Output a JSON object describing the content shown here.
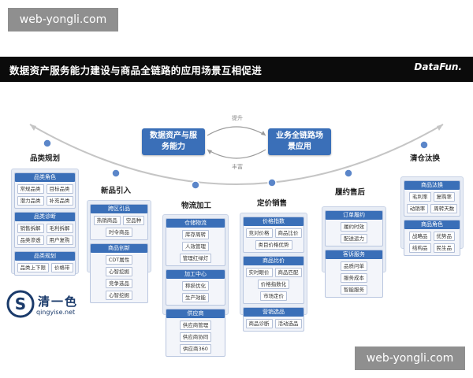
{
  "watermarks": {
    "top": "web-yongli.com",
    "bottom": "web-yongli.com"
  },
  "header": {
    "title": "数据资产服务能力建设与商品全链路的应用场景互相促进",
    "logo": "DataFun."
  },
  "center": {
    "left_box": "数据资产与服务能力",
    "right_box": "业务全链路场景应用",
    "top_arrow_label": "提升",
    "bottom_arrow_label": "丰富"
  },
  "colors": {
    "accent": "#3a6fb8",
    "panel": "#e7ecf5",
    "banner": "#0b0b0b"
  },
  "stages": [
    {
      "name": "品类规划",
      "groups": [
        {
          "title": "品类角色",
          "items": [
            "常规品类",
            "目标品类",
            "潜力品类",
            "补充品类"
          ]
        },
        {
          "title": "品类诊断",
          "items": [
            "销售拆解",
            "毛利拆解",
            "品类渗透",
            "用户复购"
          ]
        },
        {
          "title": "品类规划",
          "items": [
            "品类上下限",
            "价格带"
          ]
        }
      ]
    },
    {
      "name": "新品引入",
      "groups": [
        {
          "title": "跨区引品",
          "items": [
            "热销商品",
            "空品种",
            "时令商品"
          ]
        },
        {
          "title": "商品创新",
          "items": [
            "CDT属性",
            "心智挖掘",
            "竞争选品",
            "心智挖掘"
          ]
        }
      ]
    },
    {
      "name": "物流加工",
      "groups": [
        {
          "title": "仓储物流",
          "items": [
            "库存周转",
            "人效管理",
            "管理红绿灯"
          ]
        },
        {
          "title": "加工中心",
          "items": [
            "称损优化",
            "生产效能"
          ]
        },
        {
          "title": "供应商",
          "items": [
            "供应商管理",
            "供应商协同",
            "供应商360"
          ]
        }
      ]
    },
    {
      "name": "定价销售",
      "groups": [
        {
          "title": "价格指数",
          "items": [
            "竞对价格",
            "商品比价",
            "类目价格优势"
          ]
        },
        {
          "title": "商品比价",
          "items": [
            "实时眼价",
            "商品匹配",
            "价格指数化",
            "市场定价"
          ]
        },
        {
          "title": "营销选品",
          "items": [
            "商品诊断",
            "活动选品"
          ]
        }
      ]
    },
    {
      "name": "履约售后",
      "groups": [
        {
          "title": "订单履约",
          "items": [
            "履约时效",
            "配送运力"
          ]
        },
        {
          "title": "客诉服务",
          "items": [
            "品质问单",
            "服务成本",
            "智能服务"
          ]
        }
      ]
    },
    {
      "name": "清仓汰换",
      "groups": [
        {
          "title": "商品汰换",
          "items": [
            "毛利率",
            "复购率",
            "动销率",
            "周转天数"
          ]
        },
        {
          "title": "商品角色",
          "items": [
            "战略品",
            "优势品",
            "结构品",
            "民生品"
          ]
        }
      ]
    }
  ],
  "brand": {
    "name": "清一色",
    "url": "qingyise.net",
    "mark": "S"
  }
}
